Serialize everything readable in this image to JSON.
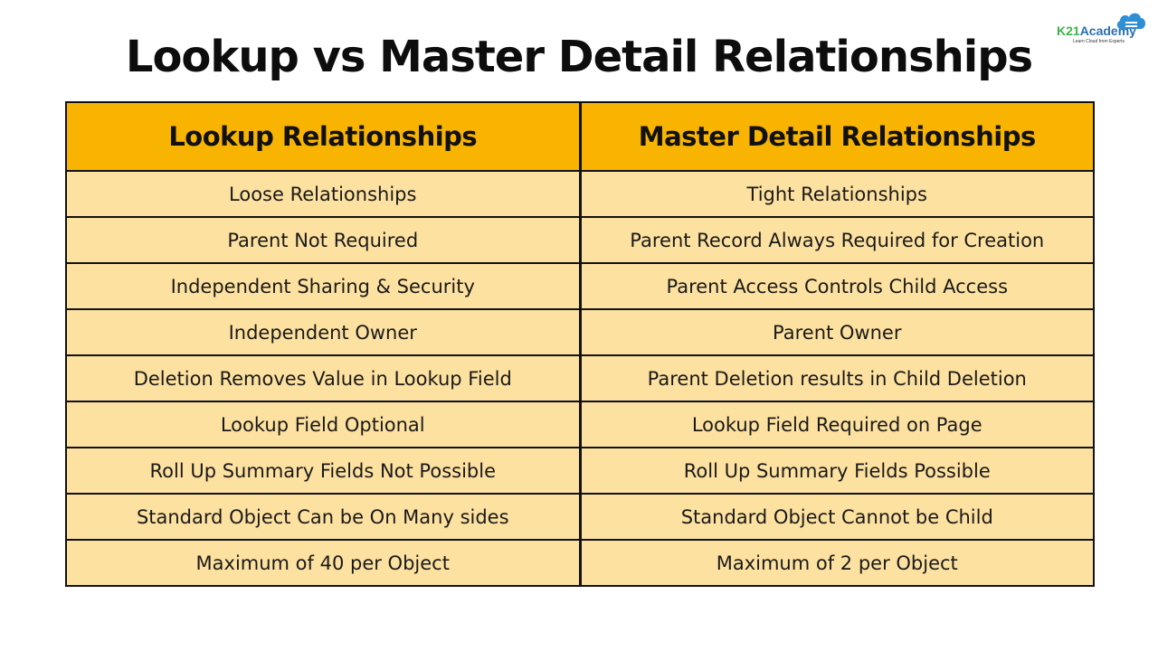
{
  "title": "Lookup vs Master Detail Relationships",
  "logo": {
    "brand_part1": "K21",
    "brand_part2": "Academy",
    "tagline": "Learn Cloud from Experts",
    "icon": "cloud-icon"
  },
  "colors": {
    "header_bg": "#f8b400",
    "cell_bg": "#fde1a0",
    "border": "#111111",
    "logo_green": "#3db34a",
    "logo_blue": "#2a6db5"
  },
  "table": {
    "headers": [
      "Lookup Relationships",
      "Master Detail Relationships"
    ],
    "rows": [
      [
        "Loose Relationships",
        "Tight Relationships"
      ],
      [
        "Parent Not Required",
        "Parent Record Always Required for Creation"
      ],
      [
        "Independent Sharing & Security",
        "Parent Access Controls Child Access"
      ],
      [
        "Independent Owner",
        "Parent Owner"
      ],
      [
        "Deletion Removes Value in Lookup Field",
        "Parent Deletion results in Child Deletion"
      ],
      [
        "Lookup Field Optional",
        "Lookup Field Required on Page"
      ],
      [
        "Roll Up Summary Fields Not Possible",
        "Roll Up Summary Fields Possible"
      ],
      [
        "Standard Object Can be On Many sides",
        "Standard Object Cannot be Child"
      ],
      [
        "Maximum of 40 per Object",
        "Maximum of 2 per Object"
      ]
    ]
  }
}
